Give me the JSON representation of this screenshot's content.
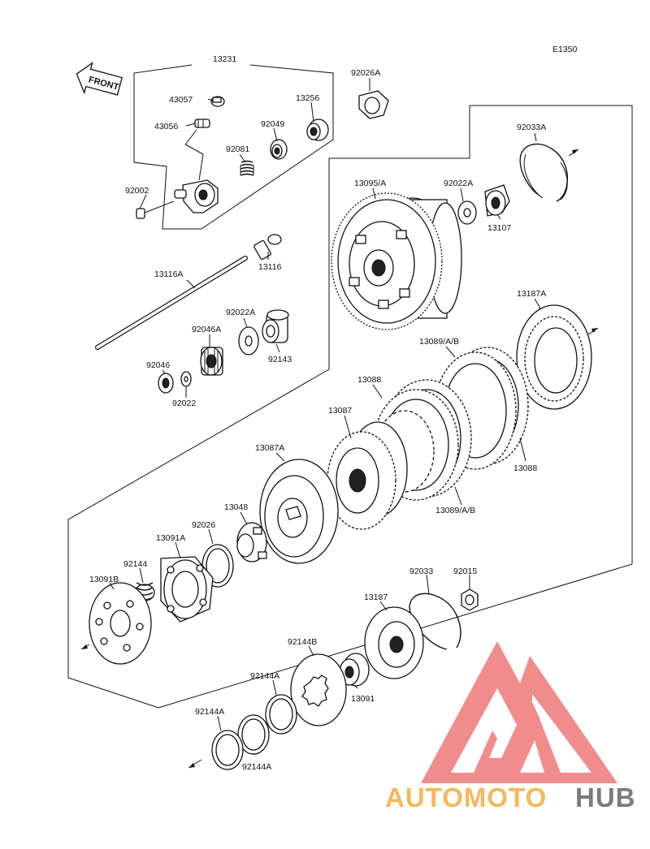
{
  "diagram_code": "E1350",
  "front_marker": "FRONT",
  "watermark": {
    "text_part1": "AUTOMOTO",
    "text_part2": "HUB",
    "color_part1": "#f5b04a",
    "color_part2": "#6d6d6d",
    "triangle_color": "#f08080"
  },
  "parts": {
    "p13231": "13231",
    "p43057": "43057",
    "p43056": "43056",
    "p13256": "13256",
    "p92049": "92049",
    "p92081": "92081",
    "p92002": "92002",
    "p92026A": "92026A",
    "p92033A": "92033A",
    "p13095A": "13095/A",
    "p92022A_top": "92022A",
    "p13107": "13107",
    "p13116": "13116",
    "p13116A": "13116A",
    "p92022A_mid": "92022A",
    "p92046A": "92046A",
    "p92143": "92143",
    "p92046": "92046",
    "p92022": "92022",
    "p13187A": "13187A",
    "p13089AB_top": "13089/A/B",
    "p13088_top": "13088",
    "p13087": "13087",
    "p13088_right": "13088",
    "p13087A": "13087A",
    "p13089AB_bot": "13089/A/B",
    "p13048": "13048",
    "p92026": "92026",
    "p13091A": "13091A",
    "p92144": "92144",
    "p13091B": "13091B",
    "p92033": "92033",
    "p92015": "92015",
    "p13187": "13187",
    "p92144B": "92144B",
    "p92144A_1": "92144A",
    "p13091": "13091",
    "p92144A_2": "92144A",
    "p92144A_3": "92144A"
  }
}
